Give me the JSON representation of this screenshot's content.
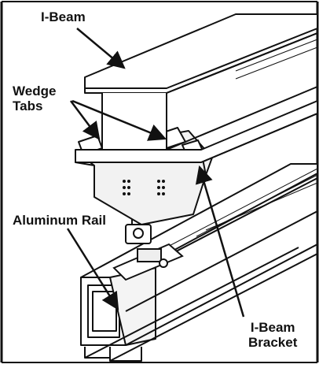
{
  "diagram": {
    "labels": {
      "i_beam": "I-Beam",
      "wedge_tabs_line1": "Wedge",
      "wedge_tabs_line2": "Tabs",
      "aluminum_rail": "Aluminum Rail",
      "i_beam_bracket_line1": "I-Beam",
      "i_beam_bracket_line2": "Bracket"
    },
    "colors": {
      "ink": "#111111",
      "steel": "#ffffff",
      "shadow": "#e6e6e6",
      "bracket": "#f2f2f2"
    }
  }
}
